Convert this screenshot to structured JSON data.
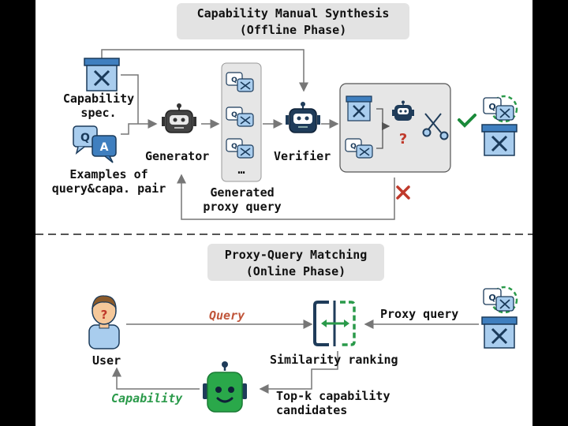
{
  "offline": {
    "title_line1": "Capability Manual Synthesis",
    "title_line2": "(Offline Phase)",
    "capability_spec_line1": "Capability",
    "capability_spec_line2": "spec.",
    "examples_line1": "Examples of",
    "examples_line2": "query&capa. pair",
    "generator": "Generator",
    "ellipsis": "…",
    "generated_line1": "Generated",
    "generated_line2": "proxy query",
    "verifier": "Verifier",
    "question_mark": "?"
  },
  "online": {
    "title_line1": "Proxy-Query Matching",
    "title_line2": "(Online Phase)",
    "user": "User",
    "query": "Query",
    "proxy_query": "Proxy query",
    "similarity_ranking": "Similarity ranking",
    "topk_line1": "Top-k capability",
    "topk_line2": "candidates",
    "capability": "Capability"
  },
  "icon_text": {
    "q": "Q",
    "a": "A"
  },
  "colors": {
    "box_blue": "#3f7fbf",
    "box_light": "#a9cdee",
    "robot_dark": "#3a3a3a",
    "verifier_navy": "#1f3c5a",
    "check_green": "#1a8a3a",
    "cross_red": "#c0392b",
    "query_orange": "#c0553a",
    "capability_green": "#2a9a4a",
    "robot_green": "#2aa84a",
    "matcher_navy": "#1f3c5a",
    "matcher_green": "#2a9a4a"
  }
}
